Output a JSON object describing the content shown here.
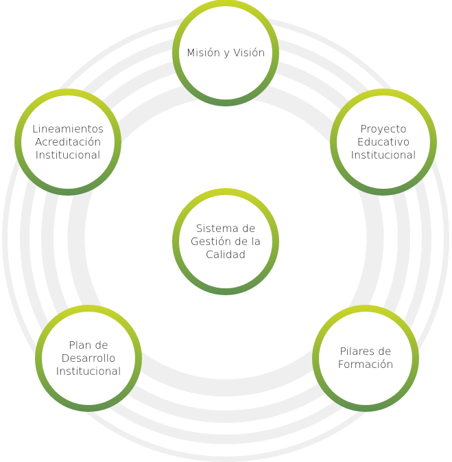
{
  "diagram": {
    "center": {
      "label": "Sistema de Gestión de la Calidad"
    },
    "nodes": [
      {
        "label": "Misión y Visión"
      },
      {
        "label": "Proyecto Educativo Institucional"
      },
      {
        "label": "Pilares de Formación"
      },
      {
        "label": "Plan de Desarrollo Institucional"
      },
      {
        "label": "Lineamientos Acreditación Institucional"
      }
    ],
    "colors": {
      "gradient_top": "#cbd628",
      "gradient_bottom": "#5e8f50",
      "rings": "#eeeeee"
    }
  }
}
